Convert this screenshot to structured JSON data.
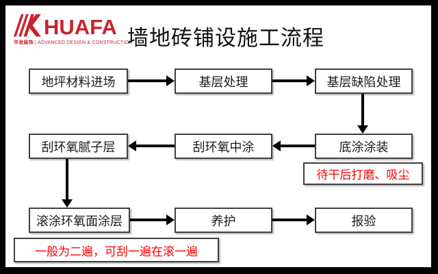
{
  "header": {
    "logo": {
      "brand": "HUAFA",
      "tagline_cn": "华发装饰",
      "tagline_en": "| ADVANCED DESIGN & CONSTRUCTION",
      "brand_color": "#c8232c"
    },
    "title": "墙地砖铺设施工流程"
  },
  "flow": {
    "nodes": {
      "material_entry": "地坪材料进场",
      "base_treatment": "基层处理",
      "base_defect_treatment": "基层缺陷处理",
      "epoxy_putty_scraping": "刮环氧腻子层",
      "epoxy_midcoat_scraping": "刮环氧中涂",
      "primer_coating": "底涂涂装",
      "epoxy_topcoat_rolling": "滚涂环氧面涂层",
      "curing": "养护",
      "inspection": "报验"
    },
    "annotations": {
      "after_primer": "待干后打磨、吸尘",
      "topcoat_tip": "一般为二遍，可刮一遍在滚一遍"
    },
    "colors": {
      "annotation_text": "#ff0000",
      "box_border": "#404040",
      "arrow": "#000000",
      "frame": "#000000"
    }
  }
}
